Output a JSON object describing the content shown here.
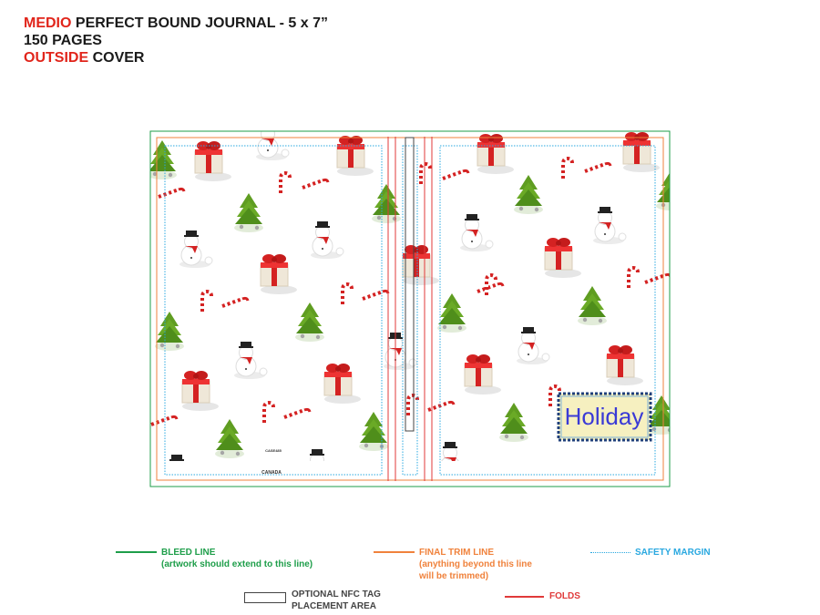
{
  "header": {
    "line1_accent": "MEDIO",
    "line1_rest": " PERFECT BOUND JOURNAL - 5 x 7”",
    "line2": "150 PAGES",
    "line3_accent": "OUTSIDE",
    "line3_rest": " COVER"
  },
  "cover": {
    "label_text": "Holiday",
    "back_imprint_1": "CASE485",
    "back_imprint_2": "CANADA"
  },
  "legend": {
    "bleed_title": "BLEED LINE",
    "bleed_note": "(artwork should extend to this line)",
    "trim_title": "FINAL TRIM LINE",
    "trim_note_1": "(anything beyond this line",
    "trim_note_2": "will be trimmed)",
    "safety_title": "SAFETY MARGIN",
    "nfc_title_1": "OPTIONAL NFC TAG",
    "nfc_title_2": "PLACEMENT AREA",
    "folds_title": "FOLDS"
  },
  "colors": {
    "accent_red": "#e1251b",
    "bleed_green": "#1e9e4a",
    "trim_orange": "#f0823c",
    "safety_blue": "#29a8e0",
    "fold_red": "#e03a3a",
    "label_bg": "#f6f0c0",
    "label_text": "#3a3ad6"
  }
}
